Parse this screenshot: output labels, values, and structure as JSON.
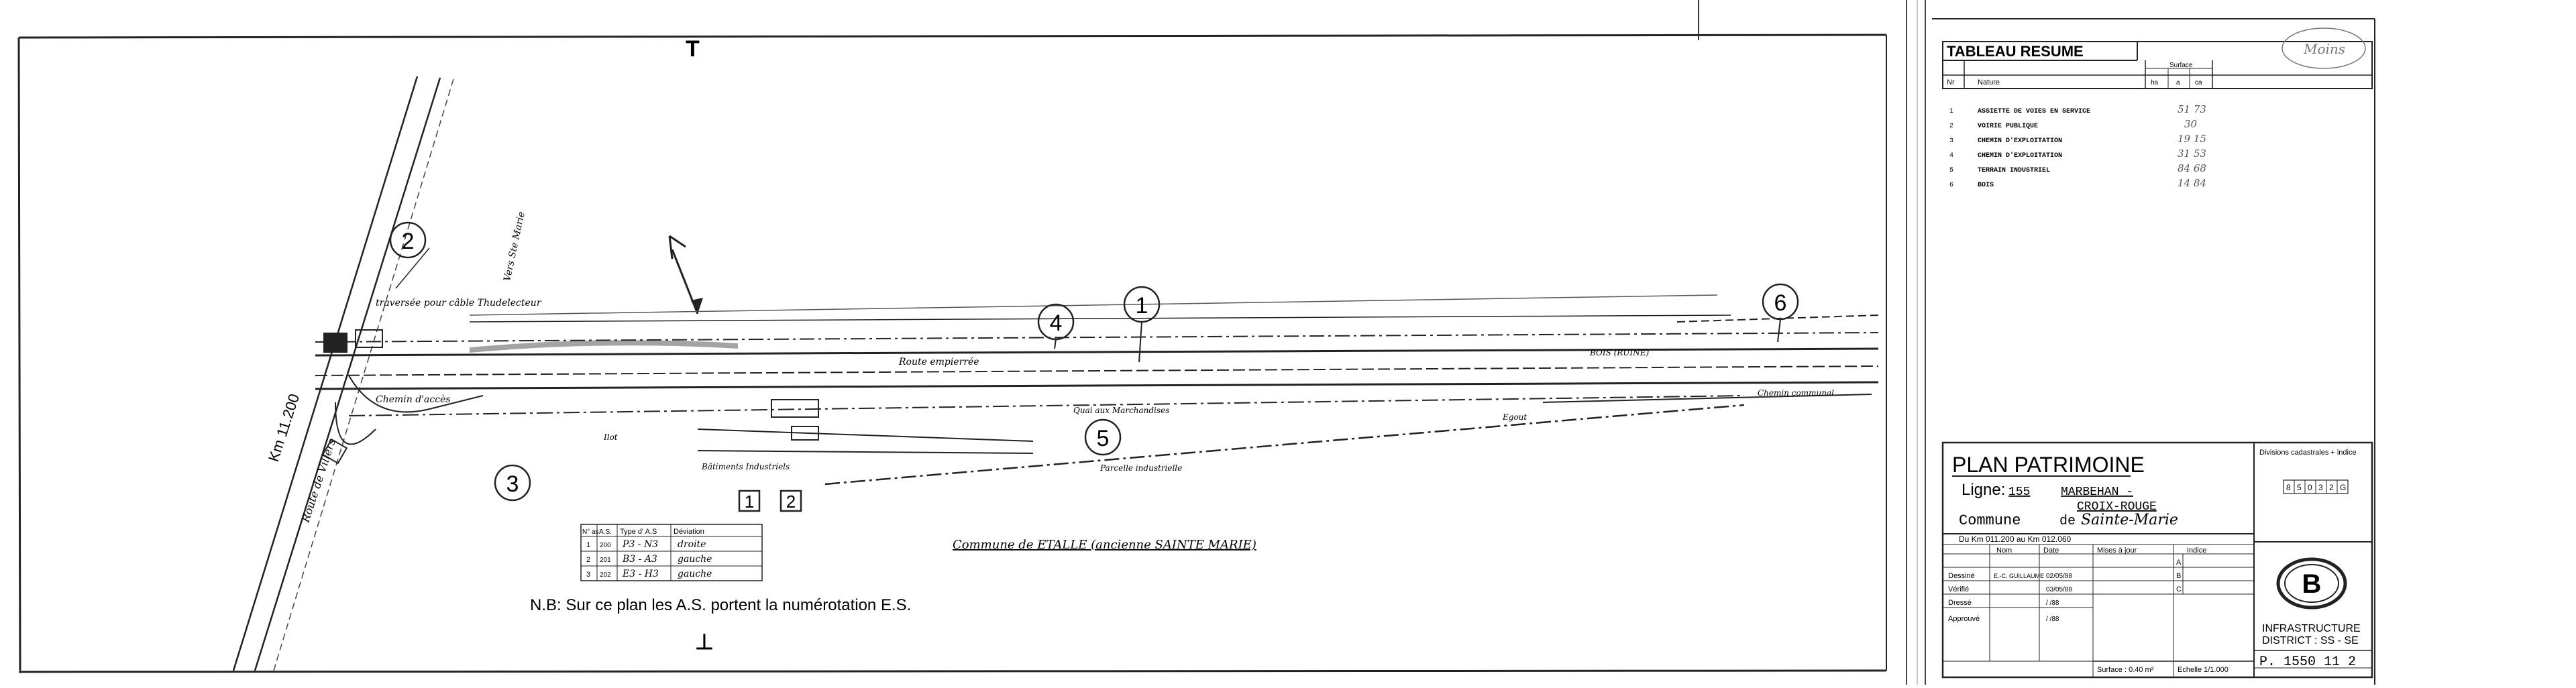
{
  "summary_table": {
    "title": "TABLEAU RESUME",
    "col_no": "Nr",
    "col_nature": "Nature",
    "col_surface": "Surface",
    "col_ha": "ha",
    "col_a": "a",
    "col_ca": "ca",
    "rows": [
      {
        "no": "1",
        "nature": "ASSIETTE DE VOIES EN SERVICE",
        "surface": "51 73"
      },
      {
        "no": "2",
        "nature": "VOIRIE PUBLIQUE",
        "surface": "30"
      },
      {
        "no": "3",
        "nature": "CHEMIN D'EXPLOITATION",
        "surface": "19 15"
      },
      {
        "no": "4",
        "nature": "CHEMIN D'EXPLOITATION",
        "surface": "31 53"
      },
      {
        "no": "5",
        "nature": "TERRAIN INDUSTRIEL",
        "surface": "84 68"
      },
      {
        "no": "6",
        "nature": "BOIS",
        "surface": "14 84"
      }
    ],
    "stamp": "Moins"
  },
  "title_block": {
    "title": "PLAN PATRIMOINE",
    "ligne_label": "Ligne:",
    "ligne_no": "155",
    "ligne_from": "MARBEHAN -",
    "ligne_to": "CROIX-ROUGE",
    "commune_label": "Commune",
    "commune_de": "de",
    "commune_name": "Sainte-Marie",
    "divisions_label": "Divisions cadastrales + indice",
    "division_cells": [
      "8",
      "5",
      "0",
      "3",
      "2",
      "G"
    ],
    "km_range": "Du Km 011.200 au Km 012.060",
    "col_nom": "Nom",
    "col_date": "Date",
    "col_mises": "Mises à jour",
    "col_indice": "Indice",
    "indices": [
      "A",
      "B",
      "C"
    ],
    "rows": [
      {
        "label": "Dessiné",
        "nom": "E.-C. GUILLAUME",
        "date": "02/05/88"
      },
      {
        "label": "Vérifié",
        "nom": "",
        "date": "03/05/88"
      },
      {
        "label": "Dressé",
        "nom": "",
        "date": "/ /88"
      },
      {
        "label": "Approuvé",
        "nom": "",
        "date": "/ /88"
      }
    ],
    "surface": "Surface : 0.40 m²",
    "echelle": "Echelle 1/1.000",
    "district_line1": "INFRASTRUCTURE",
    "district_line2": "DISTRICT : SS - SE",
    "plan_number": "P. 1550 11 2",
    "logo_letter": "B"
  },
  "plan": {
    "north_mark_top": "T",
    "north_mark_bottom": "⊥",
    "km_marker": "Km 11.200",
    "road_vers": "Vers Ste Marie",
    "road_side": "Route de Villers",
    "crossing_label": "traversée pour câble Thudelecteur",
    "route_label": "Route empierrée",
    "chemin_label": "Chemin d'accès",
    "quai_label": "Quai aux Marchandises",
    "bois_label": "BOIS (RUINE)",
    "elot_label": "Ilot",
    "industrial_label": "Bâtiments Industriels",
    "parcel_label": "Parcelle industrielle",
    "communal_label": "Chemin communal",
    "ecoulement_label": "Egout",
    "commune_text": "Commune de ETALLE (ancienne SAINTE MARIE)",
    "note": "N.B: Sur ce plan les A.S. portent la numérotation E.S.",
    "circled_labels": [
      "1",
      "2",
      "3",
      "4",
      "5",
      "6"
    ],
    "square_labels": [
      "1",
      "2"
    ],
    "as_table": {
      "headers": [
        "N° as",
        "A.S.",
        "Type d' A.S",
        "Déviation"
      ],
      "rows": [
        [
          "1",
          "200",
          "P3 - N3",
          "droite"
        ],
        [
          "2",
          "201",
          "B3 - A3",
          "gauche"
        ],
        [
          "3",
          "202",
          "E3 - H3",
          "gauche"
        ]
      ]
    }
  }
}
